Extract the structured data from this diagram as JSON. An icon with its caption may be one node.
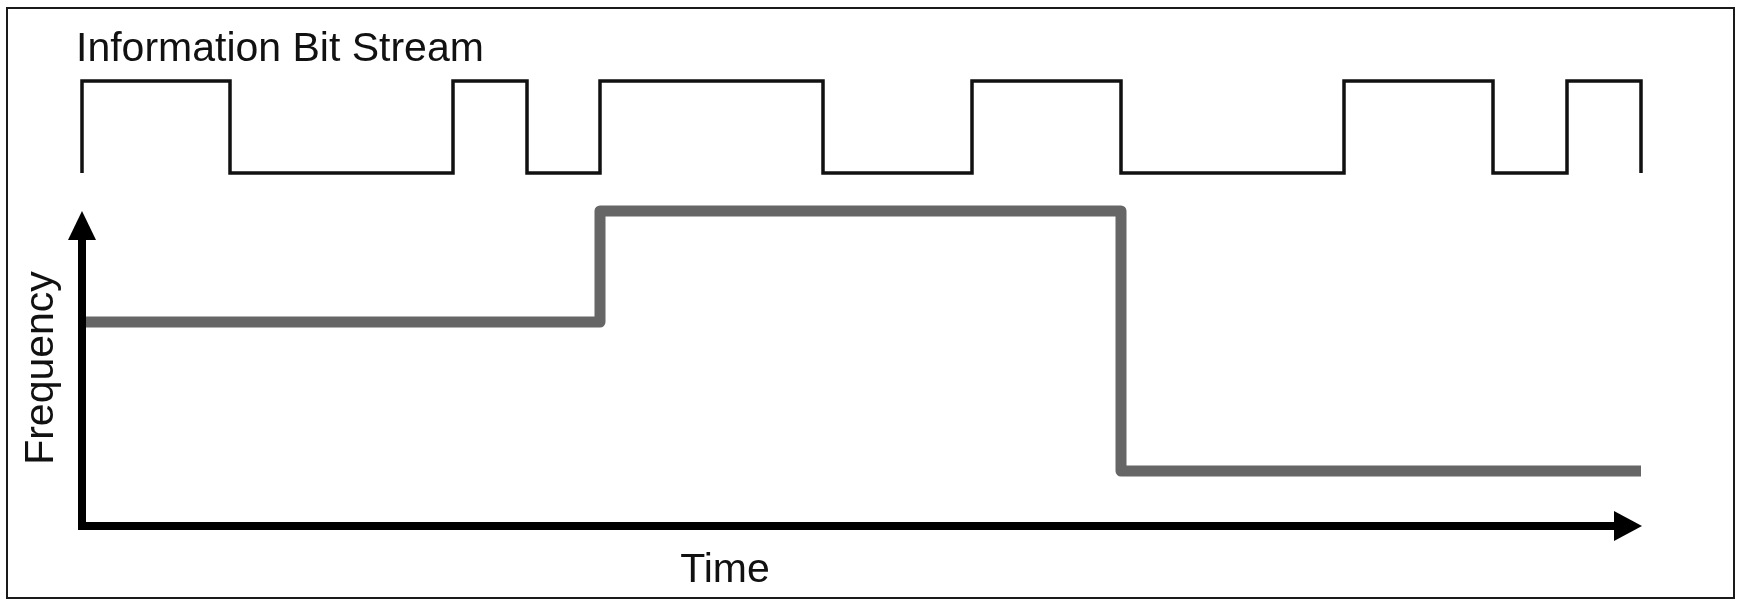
{
  "diagram": {
    "labels": [
      "Information Bit Stream",
      "Frequency",
      "Time"
    ]
  }
}
